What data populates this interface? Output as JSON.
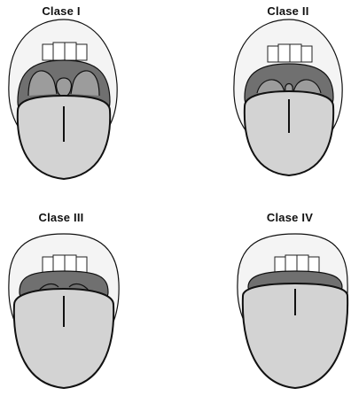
{
  "panels": [
    {
      "label": "Clase I"
    },
    {
      "label": "Clase II"
    },
    {
      "label": "Clase III"
    },
    {
      "label": "Clase IV"
    }
  ],
  "colors": {
    "outline": "#111111",
    "lip_fill": "#f4f4f4",
    "mouth_cavity": "#707070",
    "soft_palate": "#9c9c9c",
    "tongue": "#d3d3d3",
    "teeth": "#ffffff"
  }
}
